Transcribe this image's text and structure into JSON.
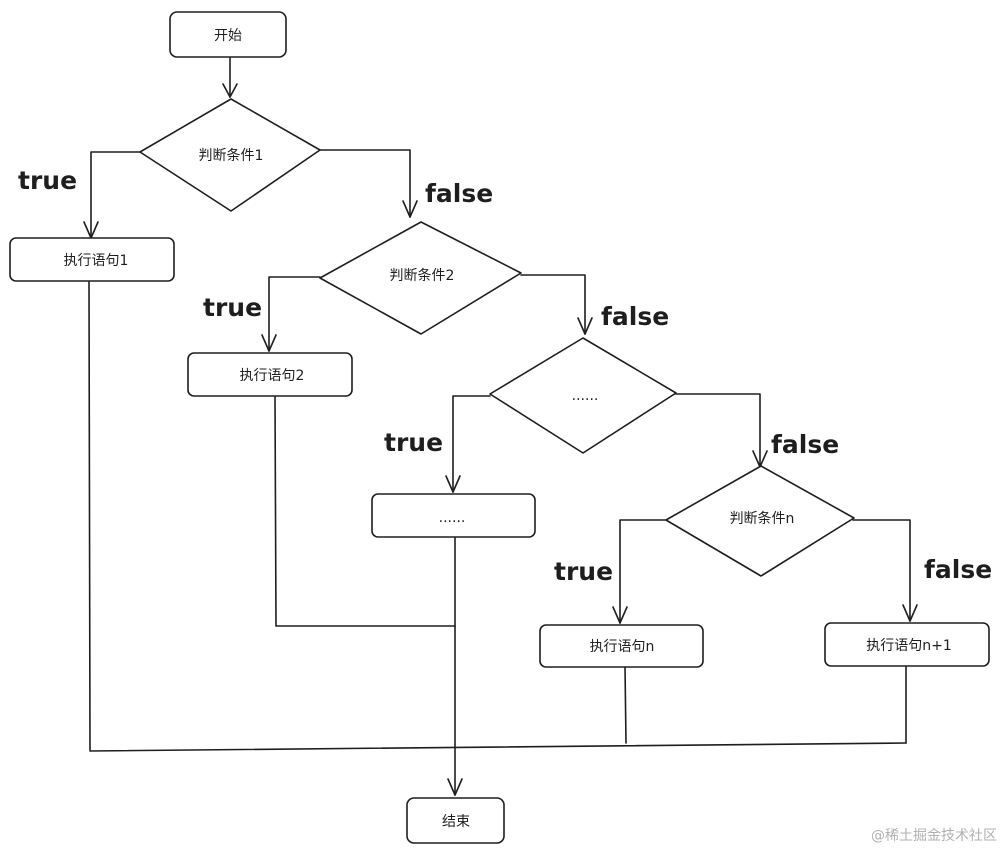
{
  "nodes": {
    "start": "开始",
    "cond1": "判断条件1",
    "stmt1": "执行语句1",
    "cond2": "判断条件2",
    "stmt2": "执行语句2",
    "cond_dots": "......",
    "stmt_dots": "......",
    "condn": "判断条件n",
    "stmtn": "执行语句n",
    "stmtn1": "执行语句n+1",
    "end": "结束"
  },
  "edges": {
    "true": "true",
    "false": "false"
  },
  "watermark": "@稀土掘金技术社区"
}
